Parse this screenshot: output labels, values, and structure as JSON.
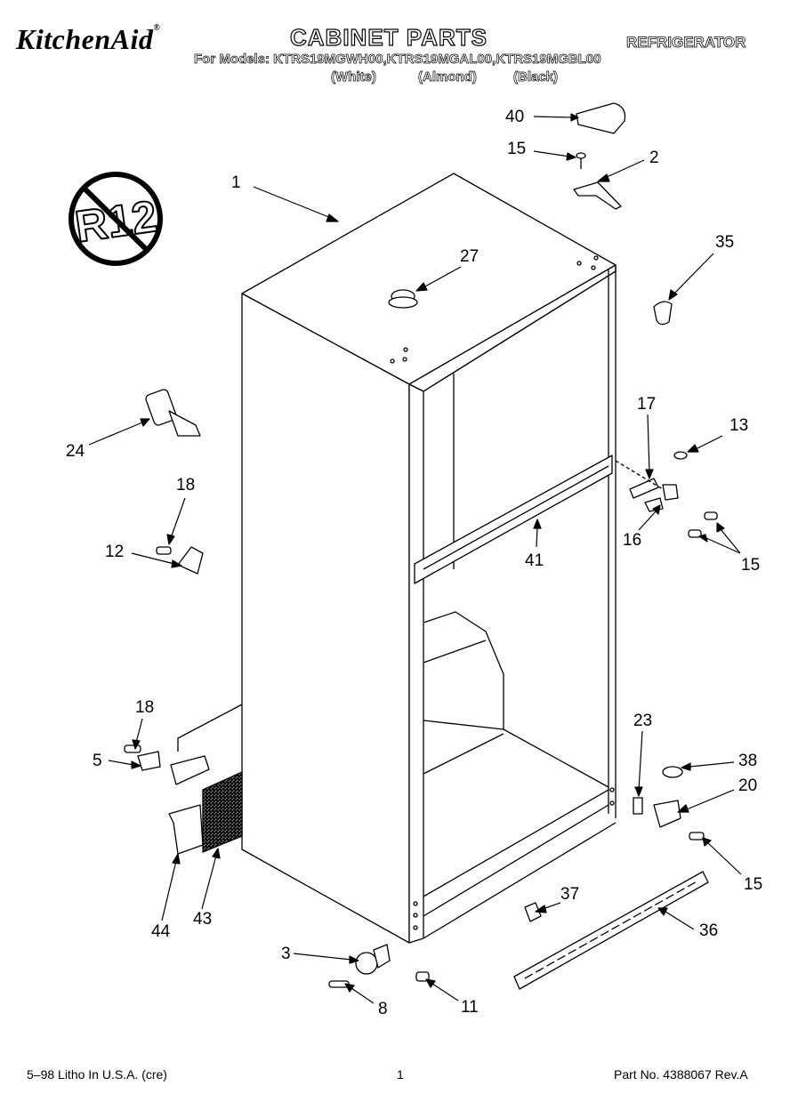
{
  "header": {
    "brand": "KitchenAid",
    "brand_mark": "®",
    "title": "CABINET PARTS",
    "category": "REFRIGERATOR",
    "models_line": "For Models: KTRS19MGWH00,KTRS19MGAL00,KTRS19MGBL00",
    "colors": [
      "(White)",
      "(Almond)",
      "(Black)"
    ]
  },
  "badge": {
    "text": "R12",
    "icon": "no-r12-refrigerant-icon"
  },
  "callouts": {
    "c40": "40",
    "c15a": "15",
    "c2": "2",
    "c1": "1",
    "c35": "35",
    "c27": "27",
    "c17": "17",
    "c13": "13",
    "c24": "24",
    "c18a": "18",
    "c12": "12",
    "c16": "16",
    "c41": "41",
    "c15b": "15",
    "c18b": "18",
    "c5": "5",
    "c23": "23",
    "c38": "38",
    "c20": "20",
    "c15c": "15",
    "c44": "44",
    "c43": "43",
    "c37": "37",
    "c36": "36",
    "c3": "3",
    "c8": "8",
    "c11": "11"
  },
  "footer": {
    "litho": "5–98 Litho In U.S.A. (cre)",
    "page": "1",
    "part_no": "Part No. 4388067 Rev.A"
  }
}
